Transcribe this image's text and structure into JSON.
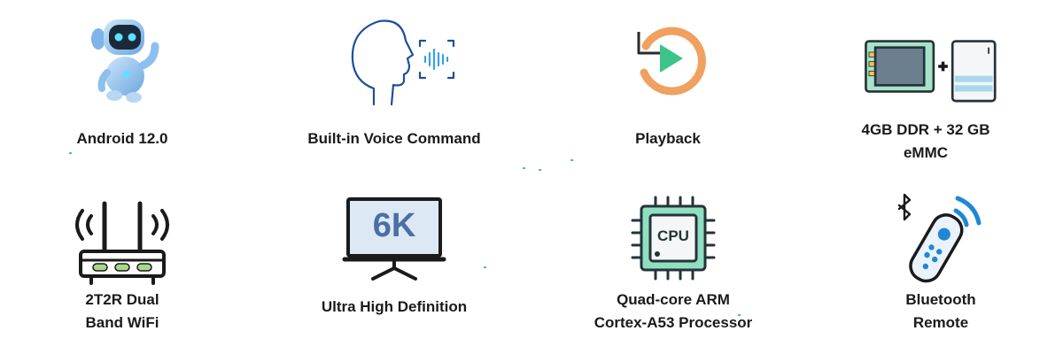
{
  "features": [
    {
      "id": "android",
      "icon": "robot-icon",
      "lines": [
        "Android 12.0"
      ]
    },
    {
      "id": "voice",
      "icon": "voice-command-icon",
      "lines": [
        "Built-in Voice Command"
      ]
    },
    {
      "id": "playback",
      "icon": "playback-icon",
      "lines": [
        "Playback"
      ]
    },
    {
      "id": "storage",
      "icon": "memory-chip-icon",
      "lines": [
        "4GB DDR + 32 GB",
        "eMMC"
      ]
    },
    {
      "id": "wifi",
      "icon": "router-icon",
      "lines": [
        "2T2R Dual",
        "Band WiFi"
      ]
    },
    {
      "id": "display",
      "icon": "monitor-icon",
      "lines": [
        "Ultra High Definition"
      ],
      "screen_text": "6K"
    },
    {
      "id": "cpu",
      "icon": "cpu-chip-icon",
      "lines": [
        "Quad-core ARM",
        "Cortex-A53 Processor"
      ],
      "chip_text": "CPU"
    },
    {
      "id": "remote",
      "icon": "bluetooth-remote-icon",
      "lines": [
        "Bluetooth",
        "Remote"
      ]
    }
  ],
  "colors": {
    "voice_blue": "#1f4e9b",
    "playback_orange": "#f0a060",
    "playback_green": "#3cc48a",
    "chip_green": "#8fe0c0",
    "chip_dark": "#263238",
    "monitor_screen": "#dde8f5",
    "monitor_text": "#4a6fa5",
    "remote_blue": "#1e88d4",
    "label_text": "#1a1a1a"
  }
}
